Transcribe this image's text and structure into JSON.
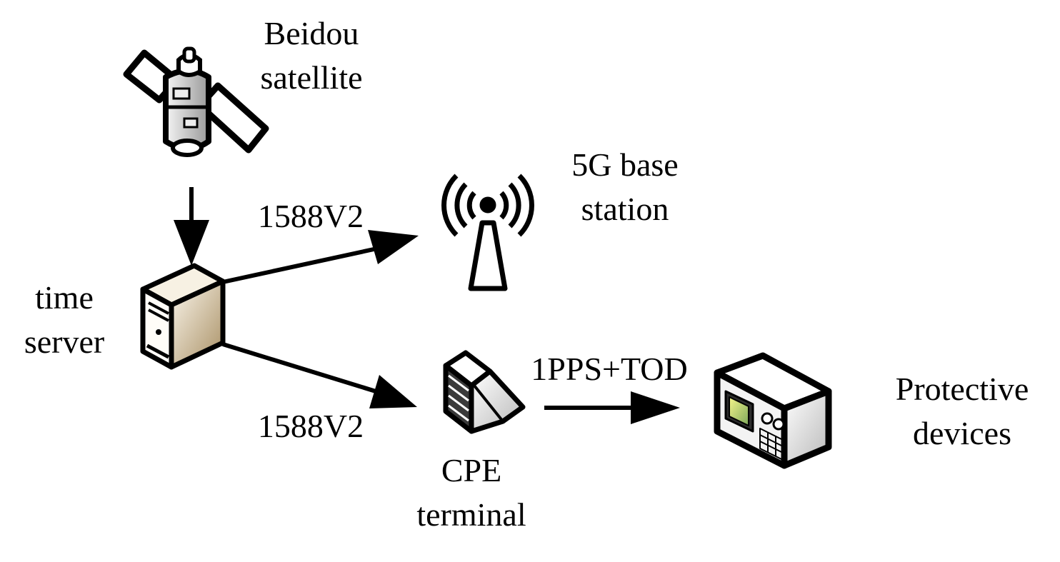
{
  "nodes": {
    "satellite": {
      "lines": [
        "Beidou",
        "satellite"
      ],
      "icon": "satellite-icon"
    },
    "time_server": {
      "lines": [
        "time",
        "server"
      ],
      "icon": "server-icon"
    },
    "base_station": {
      "lines": [
        "5G base",
        "station"
      ],
      "icon": "antenna-tower-icon"
    },
    "cpe_terminal": {
      "lines": [
        "CPE",
        "terminal"
      ],
      "icon": "cpe-router-icon"
    },
    "protective_devices": {
      "lines": [
        "Protective",
        "devices"
      ],
      "icon": "protective-device-icon"
    }
  },
  "edges": {
    "server_to_base": {
      "label": "1588V2"
    },
    "server_to_cpe": {
      "label": "1588V2"
    },
    "cpe_to_device": {
      "label": "1PPS+TOD"
    },
    "satellite_to_server": {
      "label": ""
    }
  }
}
